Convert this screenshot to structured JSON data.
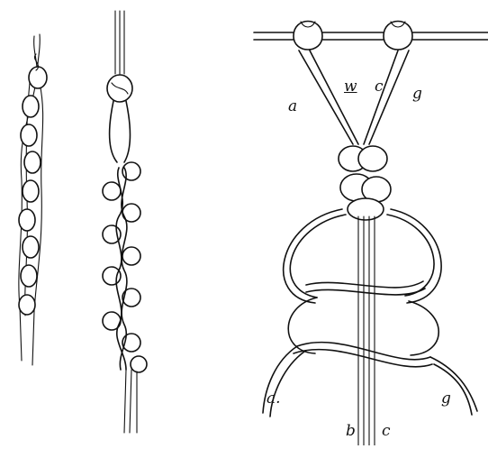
{
  "figure": {
    "panels": [
      "chain-sennit",
      "twisted-loop-sennit",
      "square-knot-diagram"
    ],
    "labels": {
      "top_a": "a",
      "top_w": "w",
      "top_c": "c",
      "top_g": "g",
      "bottom_a": "a.",
      "bottom_b": "b",
      "bottom_c": "c",
      "bottom_g": "g"
    }
  }
}
